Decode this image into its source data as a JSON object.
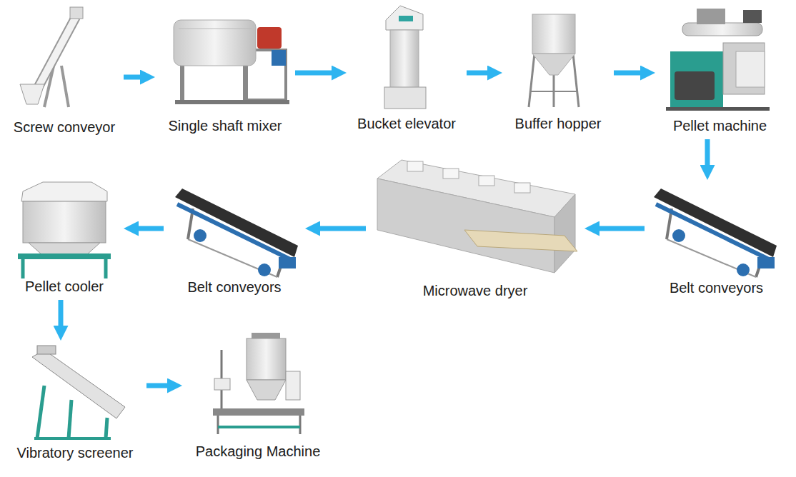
{
  "diagram": {
    "nodes": [
      {
        "text": [
          "Screw conveyor"
        ]
      },
      {
        "text": [
          "Single shaft mixer"
        ]
      },
      {
        "text": [
          "Bucket elevator"
        ]
      },
      {
        "text": [
          "Buffer hopper"
        ]
      },
      {
        "text": [
          "Pellet machine"
        ]
      },
      {
        "text": [
          "Belt conveyors"
        ]
      },
      {
        "text": [
          "Microwave dryer"
        ]
      },
      {
        "text": [
          "Belt conveyors"
        ]
      },
      {
        "text": [
          "Pellet cooler"
        ]
      },
      {
        "text": [
          "Vibratory screener"
        ]
      },
      {
        "text": [
          "Packaging Machine"
        ]
      }
    ],
    "edges": [
      {
        "from": 0,
        "to": 1,
        "arrow": "to"
      },
      {
        "from": 1,
        "to": 2,
        "arrow": "to"
      },
      {
        "from": 2,
        "to": 3,
        "arrow": "to"
      },
      {
        "from": 3,
        "to": 4,
        "arrow": "to"
      },
      {
        "from": 4,
        "to": 5,
        "arrow": "to"
      },
      {
        "from": 5,
        "to": 6,
        "arrow": "to"
      },
      {
        "from": 6,
        "to": 7,
        "arrow": "to"
      },
      {
        "from": 7,
        "to": 8,
        "arrow": "to"
      },
      {
        "from": 8,
        "to": 9,
        "arrow": "to"
      },
      {
        "from": 9,
        "to": 10,
        "arrow": "to"
      }
    ]
  }
}
